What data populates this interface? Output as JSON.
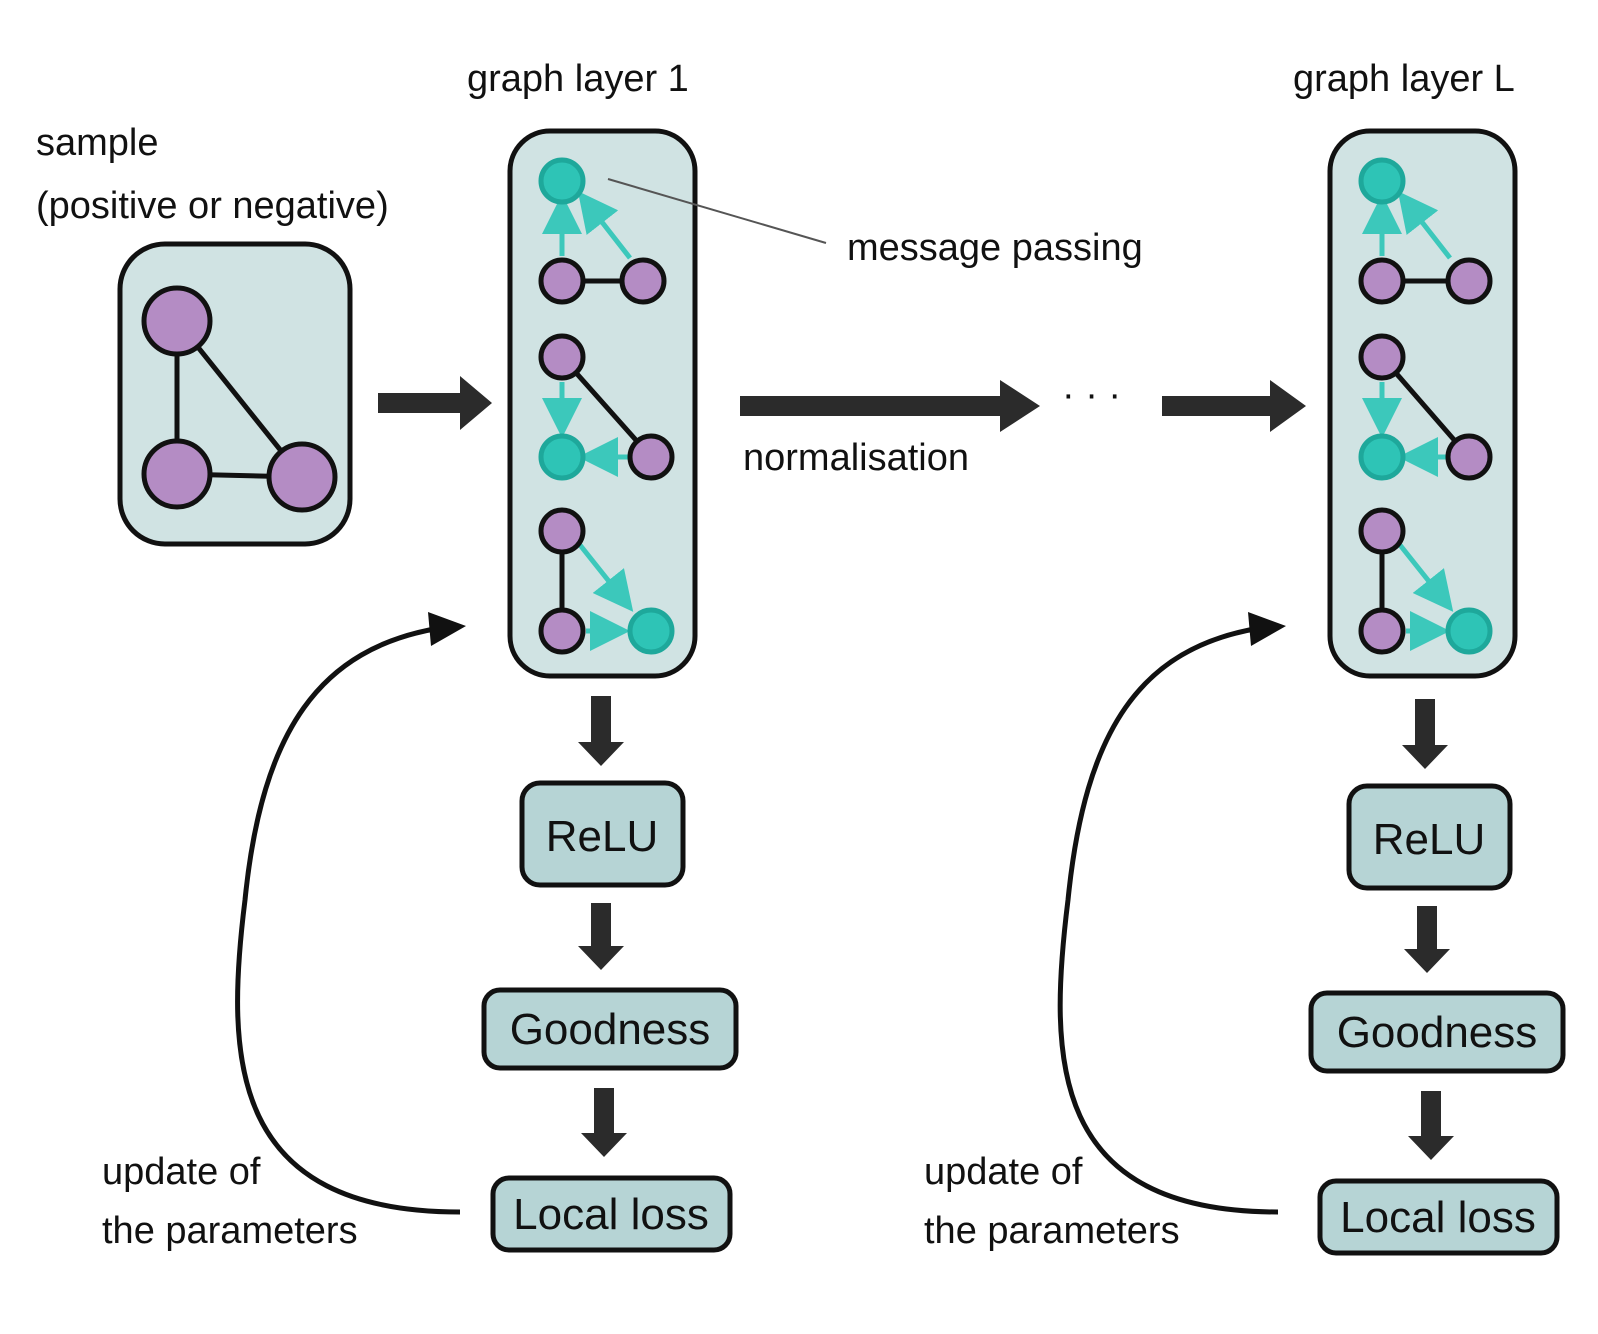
{
  "labels": {
    "sample_line1": "sample",
    "sample_line2": "(positive or negative)",
    "layer1_title": "graph layer 1",
    "layerL_title": "graph layer L",
    "message_passing": "message passing",
    "normalisation": "normalisation",
    "ellipsis": "· · ·"
  },
  "columns": [
    {
      "relu": "ReLU",
      "goodness": "Goodness",
      "local_loss": "Local loss",
      "update_line1": "update of",
      "update_line2": "the parameters"
    },
    {
      "relu": "ReLU",
      "goodness": "Goodness",
      "local_loss": "Local loss",
      "update_line1": "update of",
      "update_line2": "the parameters"
    }
  ],
  "colors": {
    "panel_fill": "#d0e3e3",
    "box_fill": "#b6d4d5",
    "node_purple": "#b48cc4",
    "node_teal": "#2ec4b6",
    "edge_teal": "#3cc8bb",
    "arrow_dark": "#2b2b2b"
  }
}
